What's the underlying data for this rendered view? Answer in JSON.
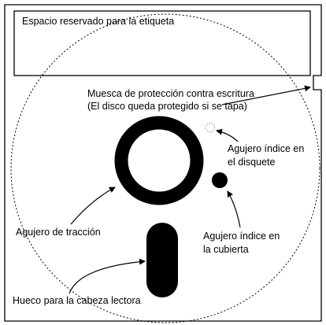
{
  "labels": {
    "label_area": "Espacio reservado para la etiqueta",
    "write_protect_notch": "Muesca de protección contra escritura",
    "write_protect_note": "(El disco queda protegido si se tapa)",
    "disk_index_hole_line1": "Agujero índice en",
    "disk_index_hole_line2": "el disquete",
    "drive_hole": "Agujero de tracción",
    "jacket_index_hole_line1": "Agujero índice en",
    "jacket_index_hole_line2": "la cubierta",
    "head_slot": "Hueco para la cabeza lectora"
  },
  "colors": {
    "stroke": "#000000",
    "fill_dark": "#000000",
    "background": "#ffffff",
    "faint_hole": "#9a9a9a"
  }
}
